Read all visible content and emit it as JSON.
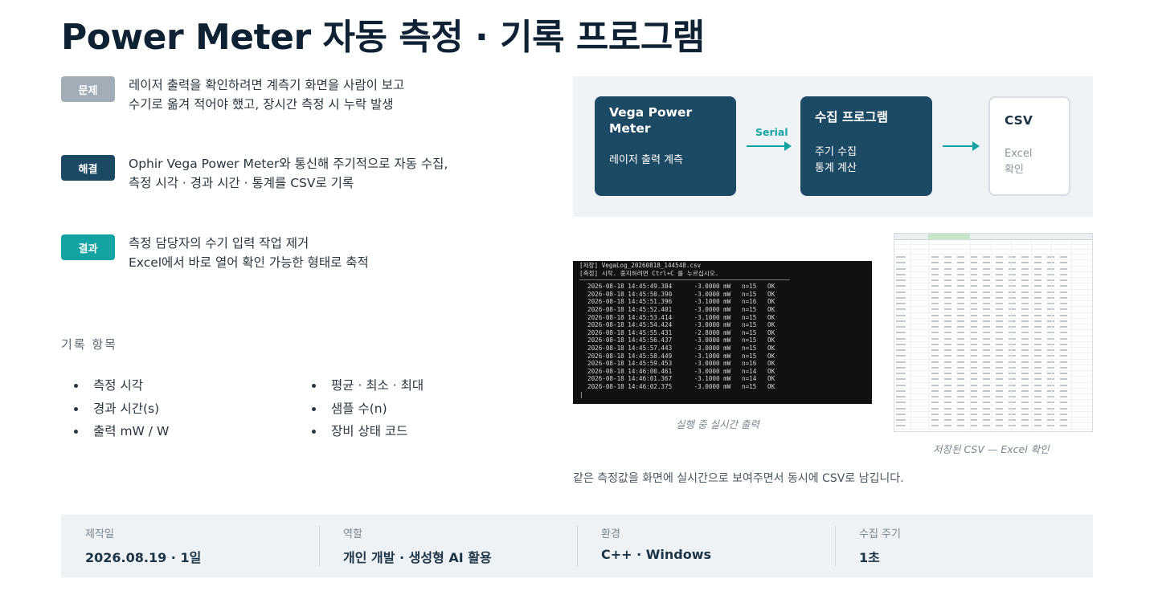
{
  "title": "Power Meter 자동 측정 · 기록 프로그램",
  "summary": [
    {
      "badge": "문제",
      "lines": [
        "레이저 출력을 확인하려면 계측기 화면을 사람이 보고",
        "수기로 옮겨 적어야 했고, 장시간 측정 시 누락 발생"
      ]
    },
    {
      "badge": "해결",
      "lines": [
        "Ophir Vega Power Meter와 통신해 주기적으로 자동 수집,",
        "측정 시각 · 경과 시간 · 통계를 CSV로 기록"
      ]
    },
    {
      "badge": "결과",
      "lines": [
        "측정 담당자의 수기 입력 작업 제거",
        "Excel에서 바로 열어 확인 가능한 형태로 축적"
      ]
    }
  ],
  "record_items": {
    "label": "기록 항목",
    "left": [
      "측정 시각",
      "경과 시간(s)",
      "출력 mW / W"
    ],
    "right": [
      "평균 · 최소 · 최대",
      "샘플 수(n)",
      "장비 상태 코드"
    ]
  },
  "flow": {
    "box1": {
      "title_lines": [
        "Vega Power",
        "Meter"
      ],
      "sub": "레이저 출력 계측"
    },
    "connector": "Serial",
    "box2": {
      "title": "수집 프로그램",
      "sub_lines": [
        "주기 수집",
        "통계 계산"
      ]
    },
    "box3": {
      "title": "CSV",
      "sub_lines": [
        "Excel",
        "확인"
      ]
    }
  },
  "terminal": {
    "header": [
      "[저장] VegaLog_20260818_144548.csv",
      "[측정] 시작. 중지하려면 Ctrl+C 를 누르십시오."
    ],
    "rows": [
      "2026-08-18 14:45:49.384      -3.0000 mW   n=15   OK",
      "2026-08-18 14:45:50.390      -3.0000 mW   n=15   OK",
      "2026-08-18 14:45:51.396      -3.1000 mW   n=16   OK",
      "2026-08-18 14:45:52.401      -3.0000 mW   n=15   OK",
      "2026-08-18 14:45:53.414      -3.1000 mW   n=15   OK",
      "2026-08-18 14:45:54.424      -3.0000 mW   n=15   OK",
      "2026-08-18 14:45:55.431      -2.8000 mW   n=15   OK",
      "2026-08-18 14:45:56.437      -3.0000 mW   n=15   OK",
      "2026-08-18 14:45:57.443      -3.0000 mW   n=15   OK",
      "2026-08-18 14:45:58.449      -3.1000 mW   n=15   OK",
      "2026-08-18 14:45:59.453      -3.0000 mW   n=16   OK",
      "2026-08-18 14:46:00.461      -3.0000 mW   n=14   OK",
      "2026-08-18 14:46:01.367      -3.1000 mW   n=14   OK",
      "2026-08-18 14:46:02.375      -3.0000 mW   n=15   OK"
    ],
    "cursor": "|"
  },
  "captions": {
    "terminal": "실행 중 실시간 출력",
    "sheet": "저장된 CSV — Excel 확인"
  },
  "note": "같은 측정값을 화면에 실시간으로 보여주면서 동시에 CSV로 남깁니다.",
  "footer": [
    {
      "key": "제작일",
      "value": "2026.08.19 · 1일"
    },
    {
      "key": "역할",
      "value": "개인 개발 · 생성형 AI 활용"
    },
    {
      "key": "환경",
      "value": "C++ · Windows"
    },
    {
      "key": "수집 주기",
      "value": "1초"
    }
  ],
  "colors": {
    "navy": "#1c4963",
    "teal": "#12a3a3",
    "gray_badge": "#a2adb8",
    "panel_bg": "#f0f3f6"
  }
}
